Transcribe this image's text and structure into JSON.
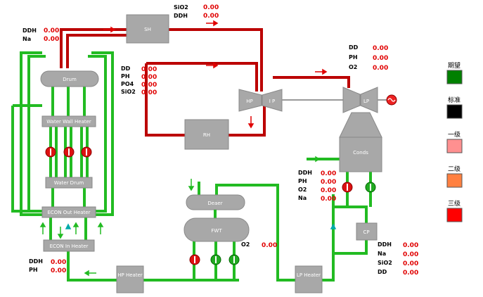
{
  "header": {
    "left": "",
    "right": ""
  },
  "sh": {
    "label": "SH",
    "sio2_label": "SiO2",
    "sio2_value": "0.00",
    "ddh_label": "DDH",
    "ddh_value": "0.00"
  },
  "drum_ddh": {
    "ddh_label": "DDH",
    "ddh_value": "0.00",
    "na_label": "Na",
    "na_value": "0.00"
  },
  "drum_panel": {
    "rows": [
      {
        "label": "DD",
        "value": "0.00"
      },
      {
        "label": "PH",
        "value": "0.00"
      },
      {
        "label": "PO4",
        "value": "0.00"
      },
      {
        "label": "SiO2",
        "value": "0.00"
      }
    ]
  },
  "top_right_panel": {
    "rows": [
      {
        "label": "DD",
        "value": "0.00"
      },
      {
        "label": "PH",
        "value": "0.00"
      },
      {
        "label": "O2",
        "value": "0.00"
      }
    ]
  },
  "cond_panel": {
    "rows": [
      {
        "label": "DDH",
        "value": "0.00"
      },
      {
        "label": "PH",
        "value": "0.00"
      },
      {
        "label": "O2",
        "value": "0.00"
      },
      {
        "label": "Na",
        "value": "0.00"
      }
    ]
  },
  "cp_panel": {
    "rows": [
      {
        "label": "DDH",
        "value": "0.00"
      },
      {
        "label": "Na",
        "value": "0.00"
      },
      {
        "label": "SiO2",
        "value": "0.00"
      },
      {
        "label": "DD",
        "value": "0.00"
      }
    ]
  },
  "econ_panel": {
    "rows": [
      {
        "label": "DDH",
        "value": "0.00"
      },
      {
        "label": "PH",
        "value": "0.00"
      }
    ]
  },
  "fwt_o2": {
    "label": "O2",
    "value": "0.00"
  },
  "equipment": {
    "drum": "Drum",
    "water_wall_heater": "Water Wall Heater",
    "water_drum": "Water Drum",
    "econ_out_heater": "ECON Out Heater",
    "econ_in_heater": "ECON In Heater",
    "rh": "RH",
    "hp": "HP",
    "ip": "I P",
    "lp": "LP",
    "conds": "Conds",
    "cp": "CP",
    "deaer": "Deaer",
    "fwt": "FWT",
    "hp_heater": "HP Heater",
    "lp_heater": "LP Heater"
  },
  "legend": {
    "items": [
      {
        "label": "期望",
        "color": "#008000"
      },
      {
        "label": "标准",
        "color": "#000000"
      },
      {
        "label": "一级",
        "color": "#ff9090"
      },
      {
        "label": "二级",
        "color": "#ff8040"
      },
      {
        "label": "三级",
        "color": "#ff0000"
      }
    ]
  },
  "colors": {
    "pipe_green": "#22bb22",
    "pipe_red": "#bb0000",
    "value_red": "#e00000",
    "equipment_gray": "#a8a8a8"
  }
}
